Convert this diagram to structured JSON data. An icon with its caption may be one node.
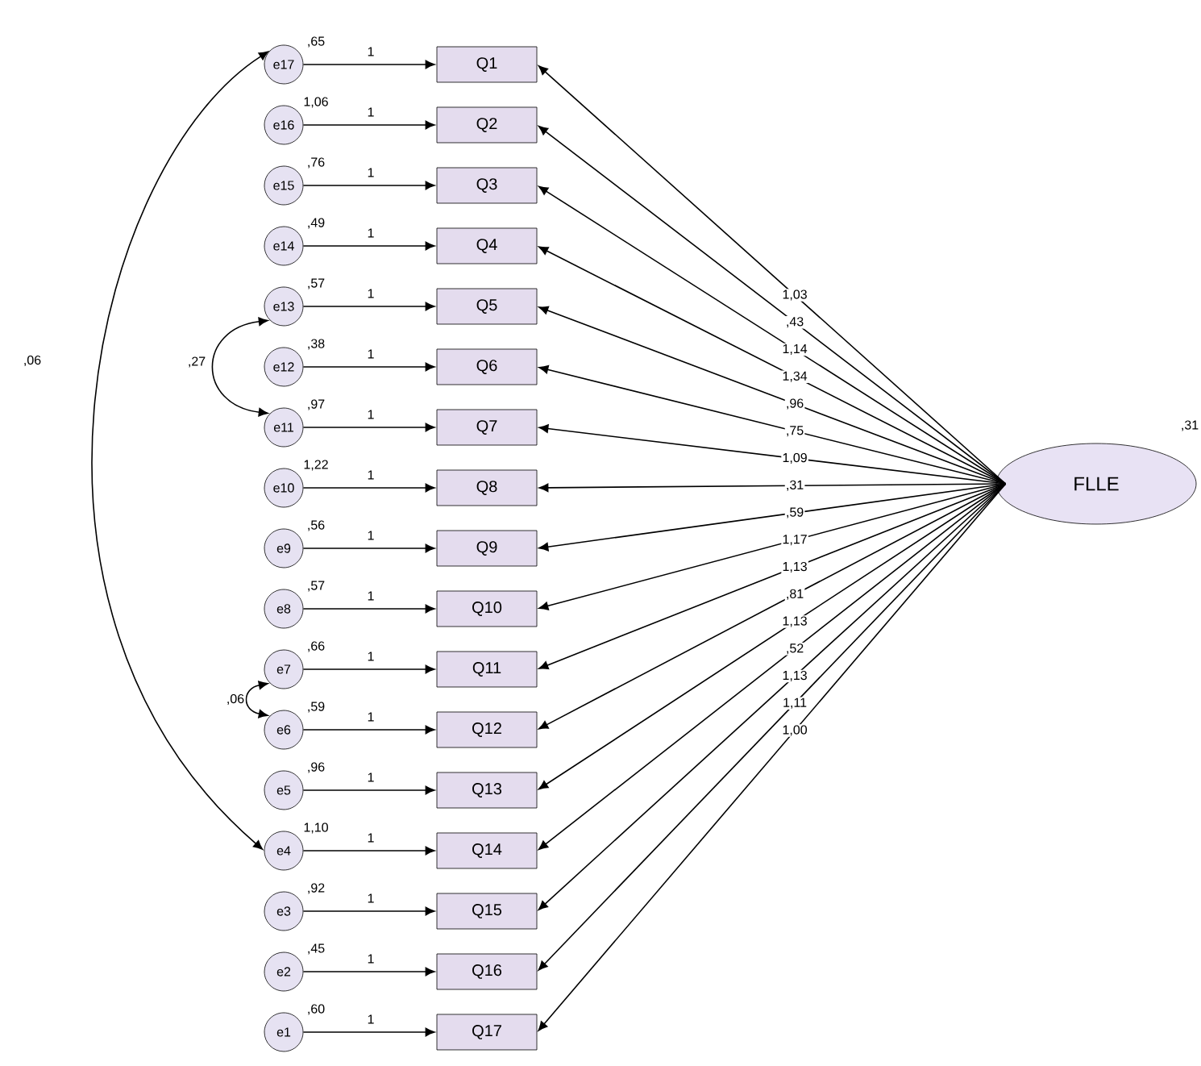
{
  "diagram": {
    "nodes": [
      {
        "text": [
          "e17"
        ],
        "beside": [
          ",65"
        ]
      },
      {
        "text": [
          "e16"
        ],
        "beside": [
          "1,06"
        ]
      },
      {
        "text": [
          "e15"
        ],
        "beside": [
          ",76"
        ]
      },
      {
        "text": [
          "e14"
        ],
        "beside": [
          ",49"
        ]
      },
      {
        "text": [
          "e13"
        ],
        "beside": [
          ",57"
        ]
      },
      {
        "text": [
          "e12"
        ],
        "beside": [
          ",38"
        ]
      },
      {
        "text": [
          "e11"
        ],
        "beside": [
          ",97"
        ]
      },
      {
        "text": [
          "e10"
        ],
        "beside": [
          "1,22"
        ]
      },
      {
        "text": [
          "e9"
        ],
        "beside": [
          ",56"
        ]
      },
      {
        "text": [
          "e8"
        ],
        "beside": [
          ",57"
        ]
      },
      {
        "text": [
          "e7"
        ],
        "beside": [
          ",66"
        ]
      },
      {
        "text": [
          "e6"
        ],
        "beside": [
          ",59"
        ]
      },
      {
        "text": [
          "e5"
        ],
        "beside": [
          ",96"
        ]
      },
      {
        "text": [
          "e4"
        ],
        "beside": [
          "1,10"
        ]
      },
      {
        "text": [
          "e3"
        ],
        "beside": [
          ",92"
        ]
      },
      {
        "text": [
          "e2"
        ],
        "beside": [
          ",45"
        ]
      },
      {
        "text": [
          "e1"
        ],
        "beside": [
          ",60"
        ]
      },
      {
        "text": [
          "Q1"
        ]
      },
      {
        "text": [
          "Q2"
        ]
      },
      {
        "text": [
          "Q3"
        ]
      },
      {
        "text": [
          "Q4"
        ]
      },
      {
        "text": [
          "Q5"
        ]
      },
      {
        "text": [
          "Q6"
        ]
      },
      {
        "text": [
          "Q7"
        ]
      },
      {
        "text": [
          "Q8"
        ]
      },
      {
        "text": [
          "Q9"
        ]
      },
      {
        "text": [
          "Q10"
        ]
      },
      {
        "text": [
          "Q11"
        ]
      },
      {
        "text": [
          "Q12"
        ]
      },
      {
        "text": [
          "Q13"
        ]
      },
      {
        "text": [
          "Q14"
        ]
      },
      {
        "text": [
          "Q15"
        ]
      },
      {
        "text": [
          "Q16"
        ]
      },
      {
        "text": [
          "Q17"
        ]
      },
      {
        "text": [
          "FLLE"
        ],
        "beside": [
          ",31"
        ]
      }
    ],
    "edges": [
      {
        "from": 0,
        "to": 17,
        "arrow": "to",
        "label": "1"
      },
      {
        "from": 1,
        "to": 18,
        "arrow": "to",
        "label": "1"
      },
      {
        "from": 2,
        "to": 19,
        "arrow": "to",
        "label": "1"
      },
      {
        "from": 3,
        "to": 20,
        "arrow": "to",
        "label": "1"
      },
      {
        "from": 4,
        "to": 21,
        "arrow": "to",
        "label": "1"
      },
      {
        "from": 5,
        "to": 22,
        "arrow": "to",
        "label": "1"
      },
      {
        "from": 6,
        "to": 23,
        "arrow": "to",
        "label": "1"
      },
      {
        "from": 7,
        "to": 24,
        "arrow": "to",
        "label": "1"
      },
      {
        "from": 8,
        "to": 25,
        "arrow": "to",
        "label": "1"
      },
      {
        "from": 9,
        "to": 26,
        "arrow": "to",
        "label": "1"
      },
      {
        "from": 10,
        "to": 27,
        "arrow": "to",
        "label": "1"
      },
      {
        "from": 11,
        "to": 28,
        "arrow": "to",
        "label": "1"
      },
      {
        "from": 12,
        "to": 29,
        "arrow": "to",
        "label": "1"
      },
      {
        "from": 13,
        "to": 30,
        "arrow": "to",
        "label": "1"
      },
      {
        "from": 14,
        "to": 31,
        "arrow": "to",
        "label": "1"
      },
      {
        "from": 15,
        "to": 32,
        "arrow": "to",
        "label": "1"
      },
      {
        "from": 16,
        "to": 33,
        "arrow": "to",
        "label": "1"
      },
      {
        "from": 34,
        "to": 17,
        "arrow": "to",
        "label": "1,03"
      },
      {
        "from": 34,
        "to": 18,
        "arrow": "to",
        "label": ",43"
      },
      {
        "from": 34,
        "to": 19,
        "arrow": "to",
        "label": "1,14"
      },
      {
        "from": 34,
        "to": 20,
        "arrow": "to",
        "label": "1,34"
      },
      {
        "from": 34,
        "to": 21,
        "arrow": "to",
        "label": ",96"
      },
      {
        "from": 34,
        "to": 22,
        "arrow": "to",
        "label": ",75"
      },
      {
        "from": 34,
        "to": 23,
        "arrow": "to",
        "label": "1,09"
      },
      {
        "from": 34,
        "to": 24,
        "arrow": "to",
        "label": ",31"
      },
      {
        "from": 34,
        "to": 25,
        "arrow": "to",
        "label": ",59"
      },
      {
        "from": 34,
        "to": 26,
        "arrow": "to",
        "label": "1,17"
      },
      {
        "from": 34,
        "to": 27,
        "arrow": "to",
        "label": "1,13"
      },
      {
        "from": 34,
        "to": 28,
        "arrow": "to",
        "label": ",81"
      },
      {
        "from": 34,
        "to": 29,
        "arrow": "to",
        "label": "1,13"
      },
      {
        "from": 34,
        "to": 30,
        "arrow": "to",
        "label": ",52"
      },
      {
        "from": 34,
        "to": 31,
        "arrow": "to",
        "label": "1,13"
      },
      {
        "from": 34,
        "to": 32,
        "arrow": "to",
        "label": "1,11"
      },
      {
        "from": 34,
        "to": 33,
        "arrow": "to",
        "label": "1,00"
      },
      {
        "from": 0,
        "to": 13,
        "arrow": "both",
        "label": ",06"
      },
      {
        "from": 4,
        "to": 6,
        "arrow": "both",
        "label": ",27"
      },
      {
        "from": 10,
        "to": 11,
        "arrow": "both",
        "label": ",06"
      }
    ]
  }
}
